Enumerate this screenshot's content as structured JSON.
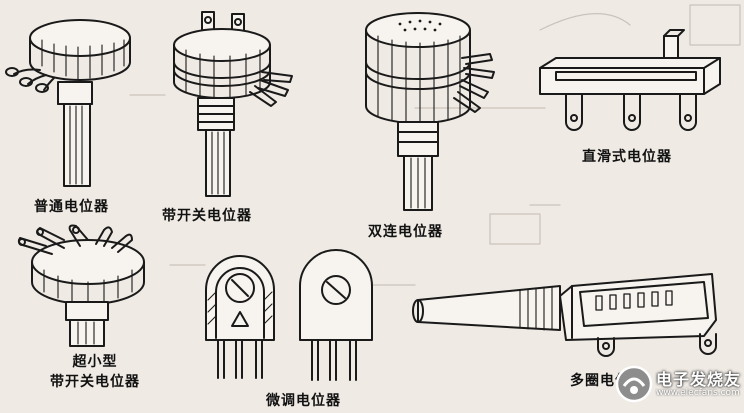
{
  "labels": {
    "ordinary": "普通电位器",
    "with_switch": "带开关电位器",
    "dual": "双连电位器",
    "slide": "直滑式电位器",
    "mini_switch_line1": "超小型",
    "mini_switch_line2": "带开关电位器",
    "trimmer": "微调电位器",
    "multiturn": "多圈电位器"
  },
  "watermark": {
    "text": "电子发烧友",
    "url": "www.elecfans.com"
  },
  "colors": {
    "background": "#efeae4",
    "ink": "#1a1a1a"
  }
}
